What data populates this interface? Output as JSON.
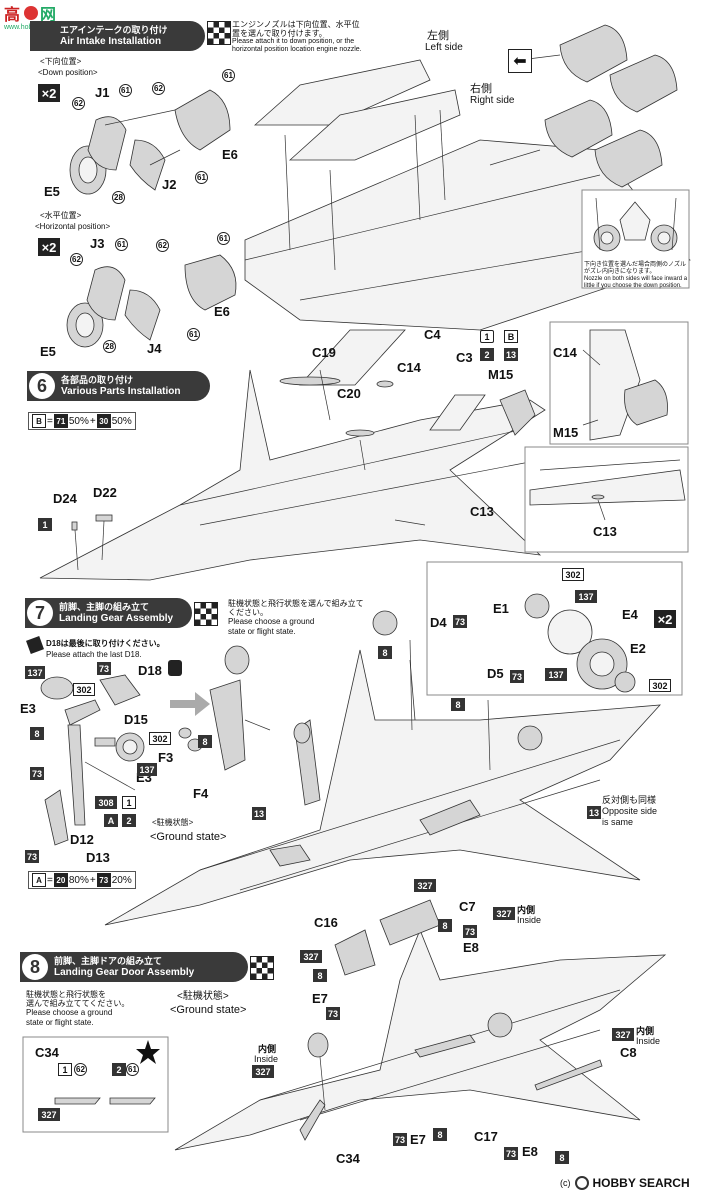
{
  "header": {
    "logo_text": "高",
    "logo_text2": "网",
    "domain": "www.hobbyseach.com"
  },
  "step5": {
    "title_jp": "エアインテークの取り付け",
    "title_en": "Air Intake Installation",
    "nozzle_note_jp": "エンジンノズルは下向位置、水平位置を選んで取り付けます。",
    "nozzle_note_en": "Please attach it to down position, or the horizontal position location engine nozzle.",
    "down_jp": "<下向位置>",
    "down_en": "<Down position>",
    "horizontal_jp": "<水平位置>",
    "horizontal_en": "<Horizontal position>",
    "left_side_jp": "左側",
    "left_side_en": "Left side",
    "right_side_jp": "右側",
    "right_side_en": "Right side",
    "x2_a": "×2",
    "x2_b": "×2",
    "parts_down": [
      "J1",
      "61",
      "62",
      "61",
      "62",
      "E6",
      "E5",
      "28",
      "J2",
      "61"
    ],
    "parts_horiz": [
      "J3",
      "61",
      "62",
      "61",
      "62",
      "E6",
      "E5",
      "28",
      "J4",
      "61"
    ],
    "inset_note_jp": "下向き位置を選んだ場合両側のノズルがズレ内向きになります。",
    "inset_note_en": "Nozzle on both sides will face inward a little if you choose the down position."
  },
  "step6": {
    "num": "6",
    "title_jp": "各部品の取り付け",
    "title_en": "Various Parts Installation",
    "mix_a": "B",
    "mix_b": "71",
    "mix_pct1": "50%",
    "mix_plus": "+",
    "mix_c": "30",
    "mix_pct2": "50%",
    "parts": [
      "C4",
      "C19",
      "C14",
      "C3",
      "C20",
      "M15",
      "D24",
      "D22",
      "C13",
      "C14",
      "M15",
      "C13"
    ],
    "badge_1": "1",
    "badge_b": "B",
    "badge_2": "2",
    "badge_13": "13"
  },
  "step7": {
    "num": "7",
    "title_jp": "前脚、主脚の組み立て",
    "title_en": "Landing Gear Assembly",
    "choose_jp": "駐機状態と飛行状態を選んで組み立てください。",
    "choose_en1": "Please choose a ground",
    "choose_en2": "state or flight state.",
    "attach_jp": "D18は最後に取り付けください。",
    "attach_en": "Please attach the last D18.",
    "ground_jp": "<駐機状態>",
    "ground_en": "<Ground state>",
    "opposite_jp": "反対側も同様",
    "opposite_en1": "Opposite side",
    "opposite_en2": "is same",
    "mix": "A",
    "mix_a": "20",
    "mix_pct1": "80%",
    "mix_plus": "+",
    "mix_b": "73",
    "mix_pct2": "20%",
    "x2": "×2",
    "labels": [
      "D18",
      "E3",
      "D15",
      "F3",
      "F4",
      "D12",
      "D13",
      "E3",
      "D4",
      "D5",
      "E1",
      "E4",
      "E2"
    ],
    "codes": [
      "137",
      "73",
      "302",
      "8",
      "302",
      "137",
      "73",
      "308",
      "A",
      "73",
      "13",
      "8",
      "73",
      "8",
      "73",
      "302",
      "137",
      "137",
      "302",
      "13"
    ]
  },
  "step8": {
    "num": "8",
    "title_jp": "前脚、主脚ドアの組み立て",
    "title_en": "Landing Gear Door Assembly",
    "choose_jp1": "駐機状態と飛行状態を",
    "choose_jp2": "選んで組み立ててください。",
    "choose_en1": "Please choose a ground",
    "choose_en2": "state or flight state.",
    "ground_jp": "<駐機状態>",
    "ground_en": "<Ground state>",
    "inside_jp": "内側",
    "inside_en": "Inside",
    "labels": [
      "C16",
      "C7",
      "E8",
      "E7",
      "C34",
      "C8",
      "C17",
      "E7",
      "E8",
      "C34"
    ],
    "codes": [
      "327",
      "327",
      "8",
      "73",
      "327",
      "8",
      "327",
      "8",
      "73",
      "327",
      "62",
      "61",
      "327",
      "73",
      "8",
      "73",
      "8"
    ]
  },
  "footer": {
    "copyright": "(c)",
    "brand": "HOBBY SEARCH"
  }
}
